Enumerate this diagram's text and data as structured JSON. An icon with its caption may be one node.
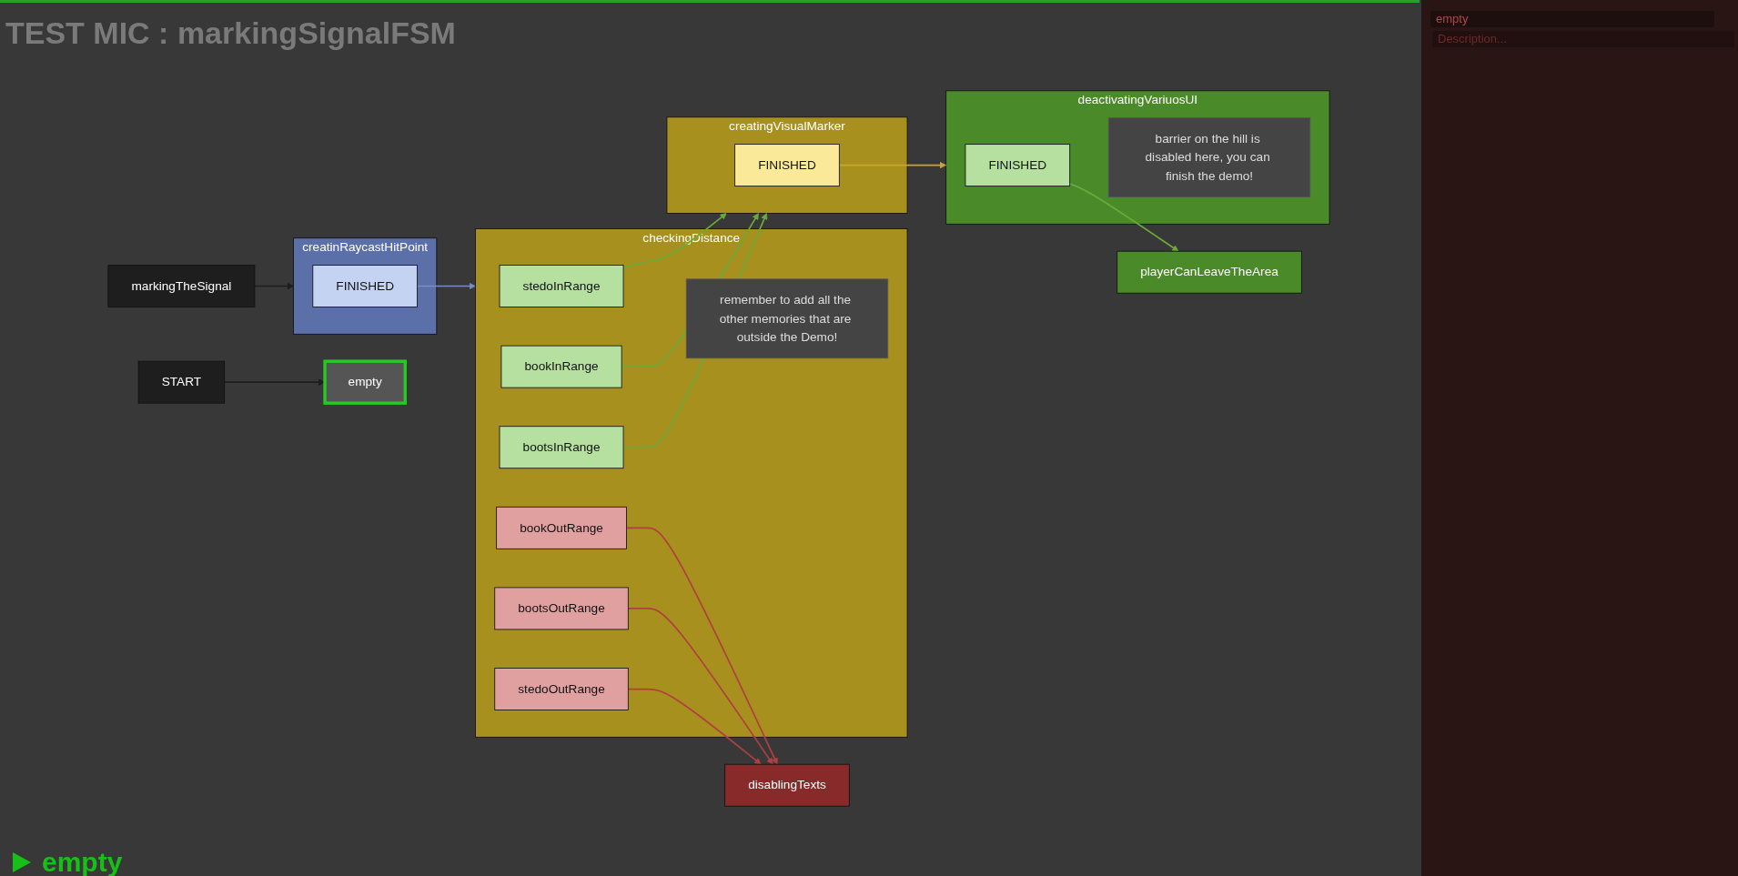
{
  "diagram": {
    "title": "TEST MIC : markingSignalFSM",
    "nodes": [
      {
        "text": [
          "START"
        ]
      },
      {
        "text": [
          "empty"
        ]
      },
      {
        "text": [
          "markingTheSignal"
        ]
      },
      {
        "text": [
          "creatinRaycastHitPoint"
        ]
      },
      {
        "text": [
          "FINISHED"
        ],
        "in": 3
      },
      {
        "text": [
          "checkingDistance"
        ],
        "beside": [
          "remember to add all the other memories that are outside the Demo!"
        ]
      },
      {
        "text": [
          "stedoInRange"
        ],
        "in": 5
      },
      {
        "text": [
          "bookInRange"
        ],
        "in": 5
      },
      {
        "text": [
          "bootsInRange"
        ],
        "in": 5
      },
      {
        "text": [
          "bookOutRange"
        ],
        "in": 5
      },
      {
        "text": [
          "bootsOutRange"
        ],
        "in": 5
      },
      {
        "text": [
          "stedoOutRange"
        ],
        "in": 5
      },
      {
        "text": [
          "creatingVisualMarker"
        ]
      },
      {
        "text": [
          "FINISHED"
        ],
        "in": 12
      },
      {
        "text": [
          "deactivatingVariuosUI"
        ],
        "beside": [
          "barrier on the hill is disabled here, you can finish the demo!"
        ]
      },
      {
        "text": [
          "FINISHED"
        ],
        "in": 14
      },
      {
        "text": [
          "playerCanLeaveTheArea"
        ]
      },
      {
        "text": [
          "disablingTexts"
        ]
      }
    ],
    "edges": [
      {
        "from": 0,
        "to": 1,
        "arrow": "to",
        "color": "#1e1e1e"
      },
      {
        "from": 2,
        "to": 3,
        "arrow": "to",
        "color": "#1e1e1e"
      },
      {
        "from": 4,
        "to": 5,
        "arrow": "to",
        "color": "#7a8cc0"
      },
      {
        "from": 6,
        "to": 12,
        "arrow": "to",
        "color": "#6aaa3a"
      },
      {
        "from": 7,
        "to": 12,
        "arrow": "to",
        "color": "#6aaa3a"
      },
      {
        "from": 8,
        "to": 12,
        "arrow": "to",
        "color": "#6aaa3a"
      },
      {
        "from": 9,
        "to": 17,
        "arrow": "to",
        "color": "#b04040"
      },
      {
        "from": 10,
        "to": 17,
        "arrow": "to",
        "color": "#b04040"
      },
      {
        "from": 11,
        "to": 17,
        "arrow": "to",
        "color": "#b04040"
      },
      {
        "from": 13,
        "to": 14,
        "arrow": "to",
        "color": "#c8a82a"
      },
      {
        "from": 15,
        "to": 16,
        "arrow": "to",
        "color": "#6aaa3a"
      }
    ],
    "labels": [
      "empty",
      "Description...",
      "empty"
    ]
  }
}
